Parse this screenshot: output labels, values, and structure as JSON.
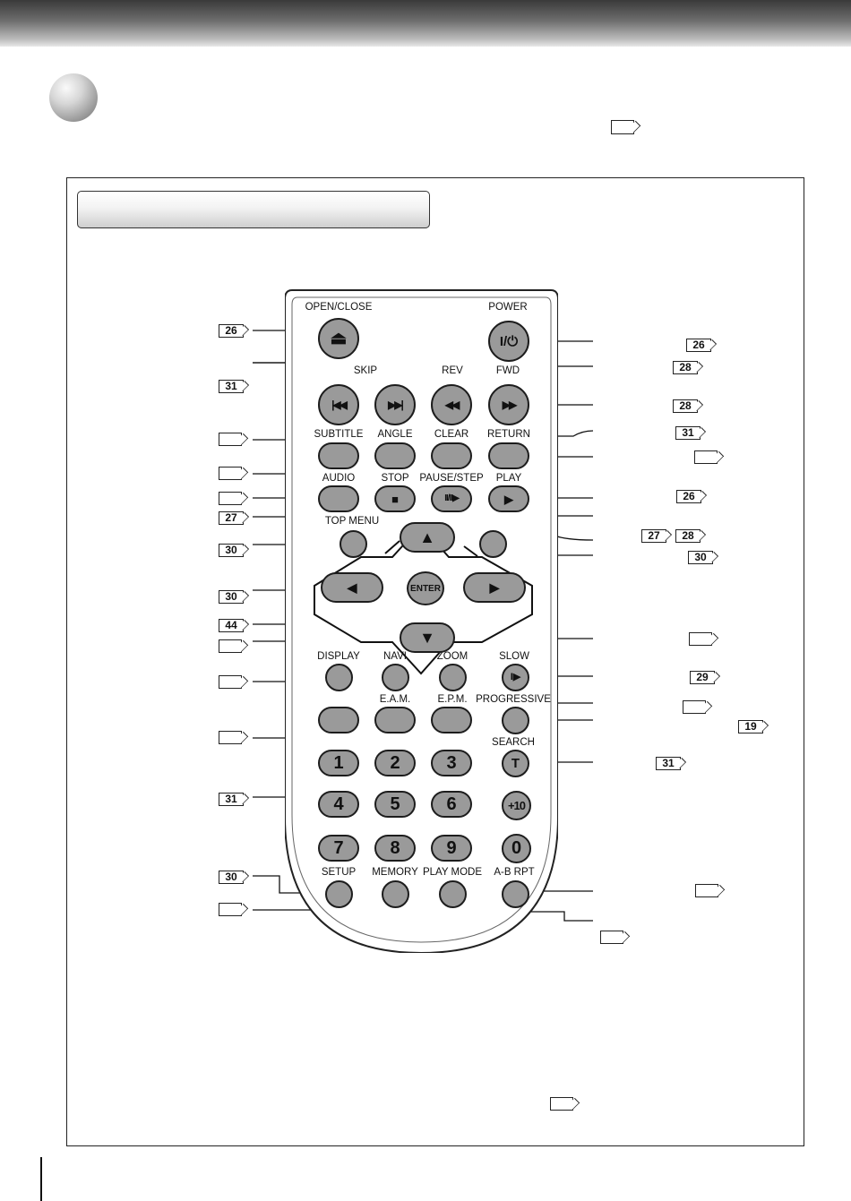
{
  "remote": {
    "labels": {
      "open_close": "OPEN/CLOSE",
      "power": "POWER",
      "skip": "SKIP",
      "rev": "REV",
      "fwd": "FWD",
      "subtitle": "SUBTITLE",
      "angle": "ANGLE",
      "clear": "CLEAR",
      "return": "RETURN",
      "audio": "AUDIO",
      "stop": "STOP",
      "pause_step": "PAUSE/STEP",
      "play": "PLAY",
      "top_menu": "TOP MENU",
      "enter": "ENTER",
      "display": "DISPLAY",
      "navi": "NAVI",
      "zoom": "ZOOM",
      "slow": "SLOW",
      "eam": "E.A.M.",
      "epm": "E.P.M.",
      "progressive": "PROGRESSIVE",
      "search": "SEARCH",
      "setup": "SETUP",
      "memory": "MEMORY",
      "play_mode": "PLAY MODE",
      "ab_rpt": "A-B RPT"
    },
    "icons": {
      "eject": "⏏",
      "power": "I/⏻",
      "skip_back": "|◀◀",
      "skip_fwd": "▶▶|",
      "rev": "◀◀",
      "fwd": "▶▶",
      "stop": "■",
      "pause_step": "II/II▶",
      "play": "▶",
      "up": "▲",
      "down": "▼",
      "left": "◀",
      "right": "▶",
      "slow": "I▶",
      "search": "T"
    },
    "numbers": [
      "1",
      "2",
      "3",
      "4",
      "5",
      "6",
      "7",
      "8",
      "9",
      "+10",
      "0"
    ]
  },
  "page_refs": {
    "open_close": "26",
    "skip": "31",
    "stop": "27",
    "top_menu": "30",
    "cursor": "30",
    "navi": "44",
    "numbers": "31",
    "setup": "30",
    "power": "26",
    "rev": "28",
    "fwd": "28",
    "clear": "31",
    "play": "26",
    "pause_step_a": "27",
    "pause_step_b": "28",
    "menu": "30",
    "slow": "29",
    "progressive": "19",
    "search": "31"
  }
}
